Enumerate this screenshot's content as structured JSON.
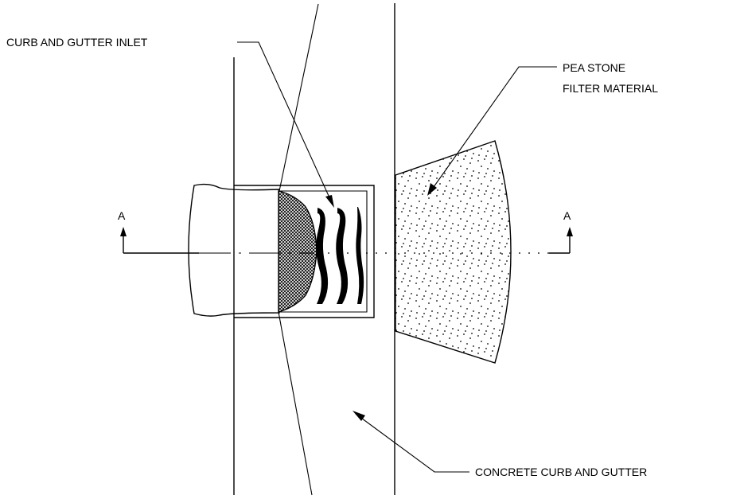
{
  "labels": {
    "curb_inlet": "CURB AND GUTTER INLET",
    "pea_stone_line1": "PEA STONE",
    "pea_stone_line2": "FILTER MATERIAL",
    "concrete": "CONCRETE CURB AND GUTTER",
    "section_left": "A",
    "section_right": "A"
  }
}
